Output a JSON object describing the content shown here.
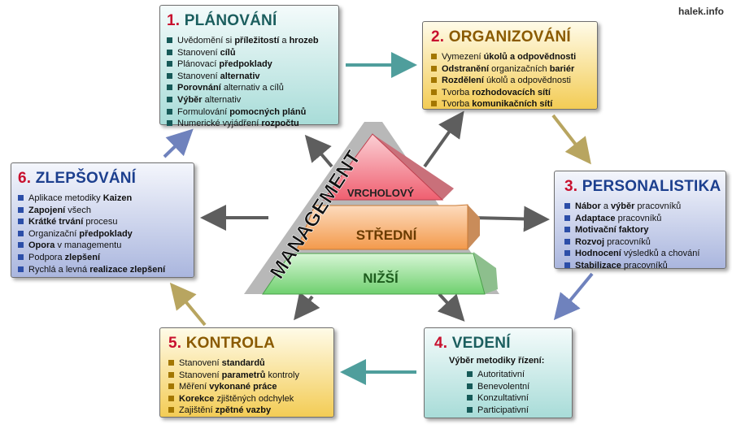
{
  "watermark": "halek.info",
  "pyramid": {
    "side_label": "MANAGEMENT",
    "levels": [
      "VRCHOLOVÝ",
      "STŘEDNÍ",
      "NIŽŠÍ"
    ]
  },
  "boxes": {
    "planovani": {
      "number": "1.",
      "title": "PLÁNOVÁNÍ",
      "items": [
        [
          {
            "t": "Uvědomění si "
          },
          {
            "t": "příležitostí",
            "b": true
          },
          {
            "t": " a "
          },
          {
            "t": "hrozeb",
            "b": true
          }
        ],
        [
          {
            "t": "Stanovení "
          },
          {
            "t": "cílů",
            "b": true
          }
        ],
        [
          {
            "t": "Plánovací "
          },
          {
            "t": "předpoklady",
            "b": true
          }
        ],
        [
          {
            "t": "Stanovení "
          },
          {
            "t": "alternativ",
            "b": true
          }
        ],
        [
          {
            "t": "Porovnání",
            "b": true
          },
          {
            "t": " alternativ a cílů"
          }
        ],
        [
          {
            "t": "Výběr",
            "b": true
          },
          {
            "t": " alternativ"
          }
        ],
        [
          {
            "t": "Formulování "
          },
          {
            "t": "pomocných plánů",
            "b": true
          }
        ],
        [
          {
            "t": "Numerické vyjádření "
          },
          {
            "t": "rozpočtu",
            "b": true
          }
        ]
      ]
    },
    "organizovani": {
      "number": "2.",
      "title": "ORGANIZOVÁNÍ",
      "items": [
        [
          {
            "t": "Vymezení "
          },
          {
            "t": "úkolů a odpovědnosti",
            "b": true
          }
        ],
        [
          {
            "t": "Odstranění",
            "b": true
          },
          {
            "t": " organizačních "
          },
          {
            "t": "bariér",
            "b": true
          }
        ],
        [
          {
            "t": "Rozdělení",
            "b": true
          },
          {
            "t": " úkolů a odpovědnosti"
          }
        ],
        [
          {
            "t": "Tvorba "
          },
          {
            "t": "rozhodovacích sítí",
            "b": true
          }
        ],
        [
          {
            "t": "Tvorba "
          },
          {
            "t": "komunikačních sítí",
            "b": true
          }
        ]
      ]
    },
    "personalistika": {
      "number": "3.",
      "title": "PERSONALISTIKA",
      "items": [
        [
          {
            "t": "Nábor",
            "b": true
          },
          {
            "t": " a "
          },
          {
            "t": "výběr",
            "b": true
          },
          {
            "t": " pracovníků"
          }
        ],
        [
          {
            "t": "Adaptace",
            "b": true
          },
          {
            "t": " pracovníků"
          }
        ],
        [
          {
            "t": "Motivační faktory",
            "b": true
          }
        ],
        [
          {
            "t": "Rozvoj",
            "b": true
          },
          {
            "t": " pracovníků"
          }
        ],
        [
          {
            "t": "Hodnocení",
            "b": true
          },
          {
            "t": " výsledků a chování"
          }
        ],
        [
          {
            "t": "Stabilizace",
            "b": true
          },
          {
            "t": " pracovníků"
          }
        ]
      ]
    },
    "vedeni": {
      "number": "4.",
      "title": "VEDENÍ",
      "subtitle": "Výběr metodiky řízení:",
      "items": [
        [
          {
            "t": "Autoritativní"
          }
        ],
        [
          {
            "t": "Benevolentní"
          }
        ],
        [
          {
            "t": "Konzultativní"
          }
        ],
        [
          {
            "t": "Participativní"
          }
        ]
      ]
    },
    "kontrola": {
      "number": "5.",
      "title": "KONTROLA",
      "items": [
        [
          {
            "t": "Stanovení "
          },
          {
            "t": "standardů",
            "b": true
          }
        ],
        [
          {
            "t": "Stanovení "
          },
          {
            "t": "parametrů",
            "b": true
          },
          {
            "t": " kontroly"
          }
        ],
        [
          {
            "t": "Měření "
          },
          {
            "t": "vykonané práce",
            "b": true
          }
        ],
        [
          {
            "t": "Korekce",
            "b": true
          },
          {
            "t": " zjištěných odchylek"
          }
        ],
        [
          {
            "t": "Zajištění "
          },
          {
            "t": "zpětné vazby",
            "b": true
          }
        ]
      ]
    },
    "zlepsovani": {
      "number": "6.",
      "title": "ZLEPŠOVÁNÍ",
      "items": [
        [
          {
            "t": "Aplikace metodiky "
          },
          {
            "t": "Kaizen",
            "b": true
          }
        ],
        [
          {
            "t": "Zapojení",
            "b": true
          },
          {
            "t": " všech"
          }
        ],
        [
          {
            "t": "Krátké trvání",
            "b": true
          },
          {
            "t": " procesu"
          }
        ],
        [
          {
            "t": "Organizační "
          },
          {
            "t": "předpoklady",
            "b": true
          }
        ],
        [
          {
            "t": "Opora",
            "b": true
          },
          {
            "t": " v managementu"
          }
        ],
        [
          {
            "t": "Podpora "
          },
          {
            "t": "zlepšení",
            "b": true
          }
        ],
        [
          {
            "t": "Rychlá a levná "
          },
          {
            "t": "realizace zlepšení",
            "b": true
          }
        ]
      ]
    }
  },
  "colors": {
    "teal_arrow": "#4f9e9c",
    "gold_arrow": "#b8a560",
    "blue_arrow": "#6f82bd",
    "gray_arrow": "#5e5e5e",
    "top_level": "#f26d7d",
    "middle_level": "#f6a45a",
    "bottom_level": "#7ed67e"
  }
}
